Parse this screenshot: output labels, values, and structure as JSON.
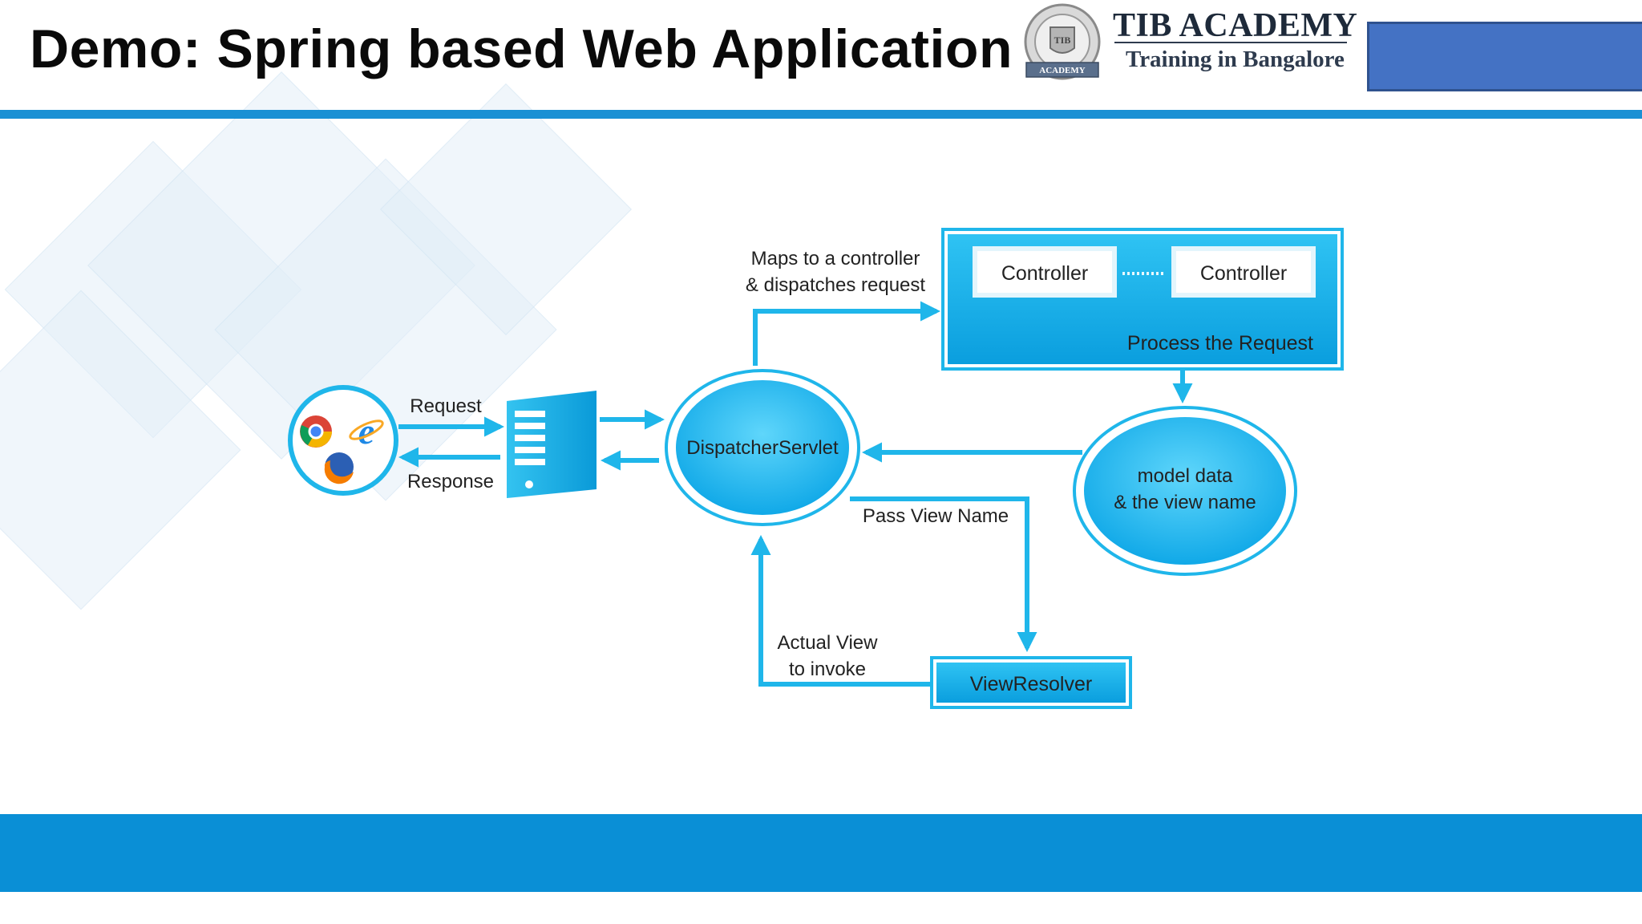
{
  "slide": {
    "title": "Demo: Spring based Web Application"
  },
  "brand": {
    "name": "TIB ACADEMY",
    "tagline": "Training in Bangalore",
    "emblem_text": "ACADEMY",
    "emblem_initials": "TIB"
  },
  "diagram": {
    "client_icons": [
      "chrome-icon",
      "internet-explorer-icon",
      "firefox-icon"
    ],
    "server_icon": "server-icon",
    "request_label": "Request",
    "response_label": "Response",
    "dispatcher_label": "DispatcherServlet",
    "maps_label_line1": "Maps to a controller",
    "maps_label_line2": "& dispatches request",
    "controller1_label": "Controller",
    "controller2_label": "Controller",
    "process_label": "Process the Request",
    "model_line1": "model data",
    "model_line2": "& the view name",
    "pass_view_label": "Pass View Name",
    "actual_view_line1": "Actual View",
    "actual_view_line2": "to invoke",
    "view_resolver_label": "ViewResolver"
  },
  "colors": {
    "title_rule": "#1a90d4",
    "footer": "#0a8fd6",
    "header_box": "#4472c4",
    "diagram_cyan": "#1fb6ea",
    "diagram_dark_blue": "#0a8fd6"
  }
}
